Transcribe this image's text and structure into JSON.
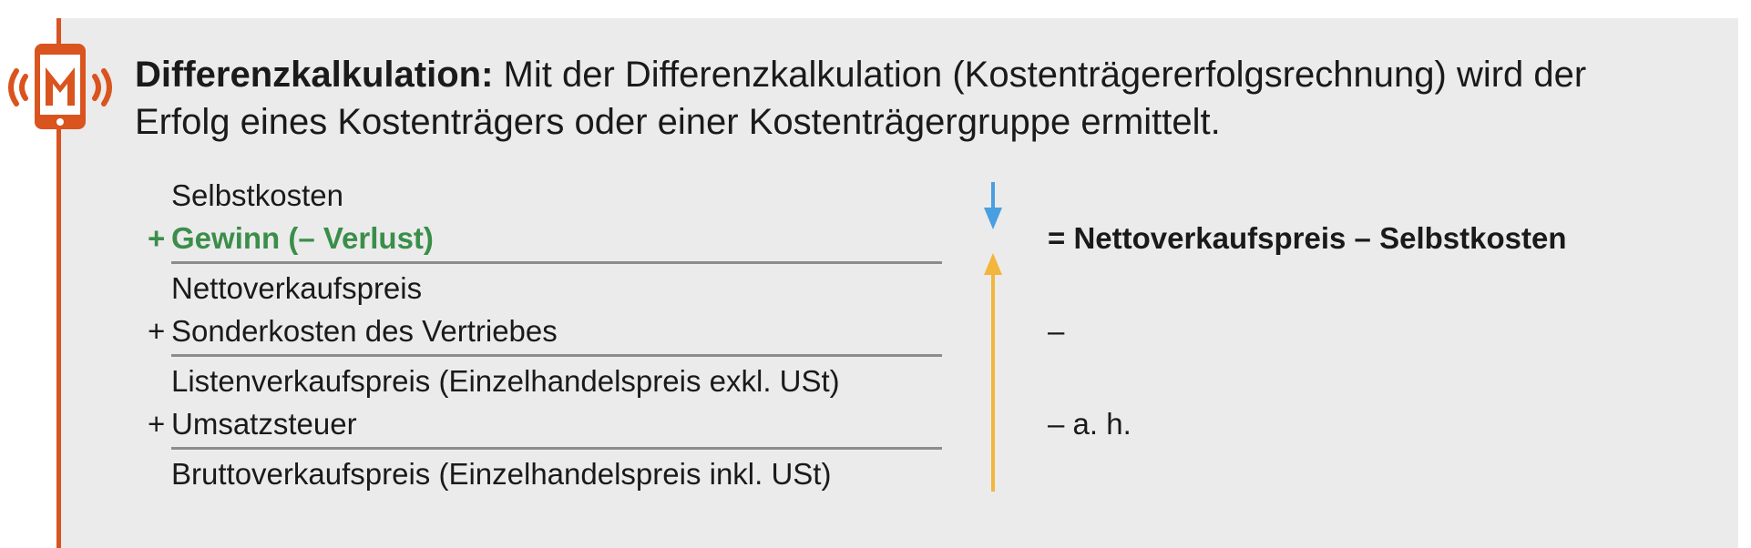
{
  "intro": {
    "term": "Differenzkalkulation:",
    "text": " Mit der Differenzkalkulation (Kostenträgererfolgsrechnung) wird der Erfolg eines Kostenträgers oder einer Kostenträgergruppe ermittelt."
  },
  "scheme": {
    "rows": [
      {
        "sign": "",
        "label": "Selbstkosten"
      },
      {
        "sign": "+",
        "label": "Gewinn (– Verlust)"
      },
      {
        "sign": "",
        "label": "Nettoverkaufspreis"
      },
      {
        "sign": "+",
        "label": "Sonderkosten des Vertriebes"
      },
      {
        "sign": "",
        "label": "Listenverkaufspreis (Einzelhandelspreis exkl. USt)"
      },
      {
        "sign": "+",
        "label": "Umsatzsteuer"
      },
      {
        "sign": "",
        "label": "Bruttoverkaufspreis (Einzelhandelspreis inkl. USt)"
      }
    ],
    "notes": {
      "gewinn": "= Nettoverkaufspreis – Selbstkosten",
      "sonderkosten": "–",
      "umsatzsteuer": "– a. h."
    }
  },
  "colors": {
    "accent": "#d9541e",
    "highlight_green": "#3a8e4a",
    "arrow_down": "#4a9fe0",
    "arrow_up": "#f2b63c",
    "panel": "#ebebeb"
  },
  "icons": {
    "logo": "mobile-m-signal-icon",
    "down_arrow": "arrow-down-icon",
    "up_arrow": "arrow-up-icon"
  }
}
